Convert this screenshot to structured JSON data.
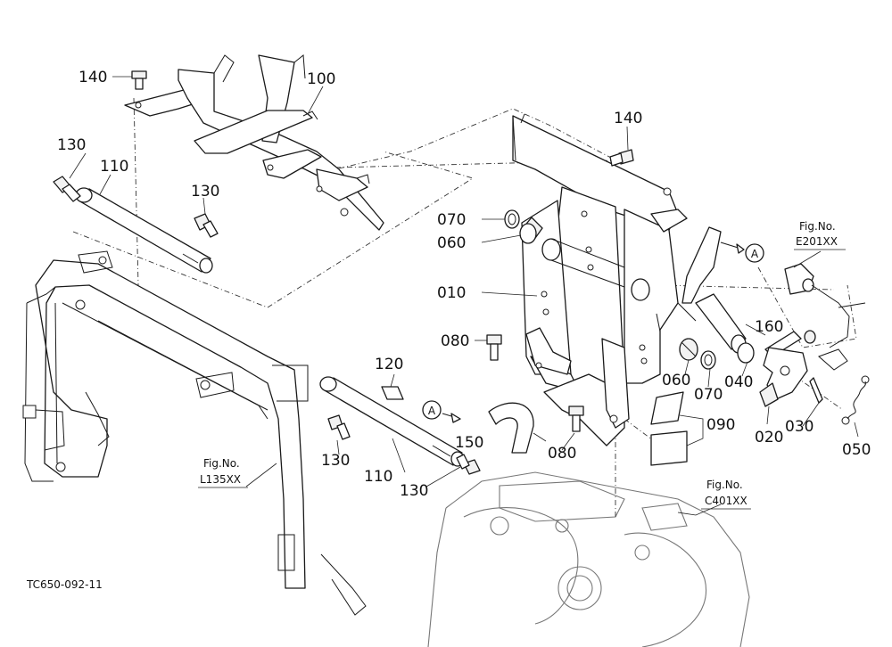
{
  "parts": {
    "p140a": "140",
    "p140b": "140",
    "p100": "100",
    "p130a": "130",
    "p130b": "130",
    "p130c": "130",
    "p130d": "130",
    "p110a": "110",
    "p110b": "110",
    "p120": "120",
    "p070a": "070",
    "p070b": "070",
    "p060a": "060",
    "p060b": "060",
    "p010": "010",
    "p080a": "080",
    "p080b": "080",
    "p150": "150",
    "p090": "090",
    "p040": "040",
    "p020": "020",
    "p030": "030",
    "p050": "050",
    "p160": "160"
  },
  "markers": {
    "a1": "A",
    "a2": "A"
  },
  "figrefs": {
    "e201_title": "Fig.No.",
    "e201_code": "E201XX",
    "l135_title": "Fig.No.",
    "l135_code": "L135XX",
    "c401_title": "Fig.No.",
    "c401_code": "C401XX"
  },
  "drawing_code": "TC650-092-11"
}
